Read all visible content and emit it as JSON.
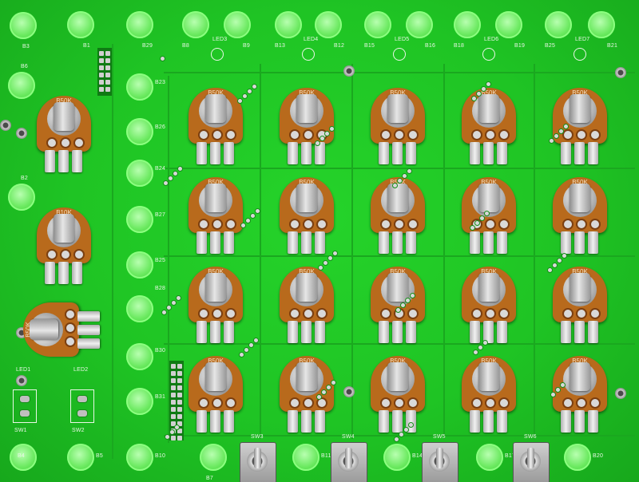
{
  "board": {
    "pad_labels": [
      "B3",
      "B1",
      "B29",
      "B8",
      "B9",
      "B13",
      "B12",
      "B15",
      "B16",
      "B18",
      "B19",
      "B25",
      "B21",
      "B6",
      "B23",
      "B26",
      "B24",
      "B27",
      "B2",
      "B25",
      "B28",
      "B30",
      "B31",
      "B4",
      "B5",
      "B10",
      "B7",
      "B11",
      "B14",
      "B17",
      "B20"
    ],
    "led_labels": [
      "LED3",
      "LED4",
      "LED5",
      "LED6",
      "LED7",
      "LED1",
      "LED2"
    ],
    "switch_labels": [
      "SW1",
      "SW2",
      "SW3",
      "SW4",
      "SW5",
      "SW6"
    ],
    "pot_large_label": "B50K",
    "pot_left_labels": [
      "B50K",
      "B10K",
      "B50K"
    ],
    "colors": {
      "pcb": "#1fc424",
      "pad": "#6dea62",
      "pot": "#b86a1c",
      "metal": "#c9c9c9"
    }
  }
}
